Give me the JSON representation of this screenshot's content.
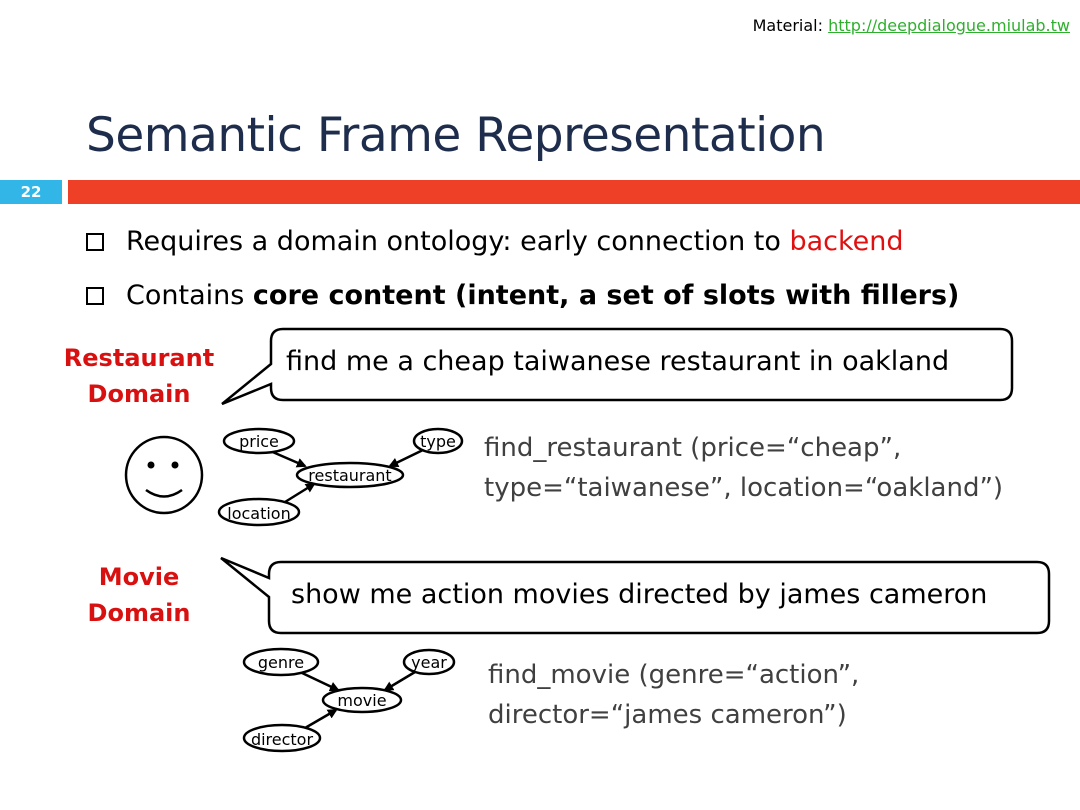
{
  "header": {
    "material_label": "Material:",
    "material_link": "http://deepdialogue.miulab.tw"
  },
  "slide": {
    "number": "22",
    "title": "Semantic Frame Representation"
  },
  "bullets": [
    {
      "prefix": "Requires a domain ontology: early connection to ",
      "highlight": "backend"
    },
    {
      "prefix": "Contains ",
      "bold": "core content (intent, a set of slots with fillers)"
    }
  ],
  "restaurant": {
    "domain_line1": "Restaurant",
    "domain_line2": "Domain",
    "utterance": "find me a cheap taiwanese restaurant in oakland",
    "nodes": {
      "center": "restaurant",
      "slot1": "price",
      "slot2": "type",
      "slot3": "location"
    },
    "frame_line1": "find_restaurant (price=“cheap”,",
    "frame_line2": "type=“taiwanese”, location=“oakland”)"
  },
  "movie": {
    "domain_line1": "Movie",
    "domain_line2": "Domain",
    "utterance": "show me action movies directed by james cameron",
    "nodes": {
      "center": "movie",
      "slot1": "genre",
      "slot2": "year",
      "slot3": "director"
    },
    "frame_line1": "find_movie (genre=“action”,",
    "frame_line2": "director=“james cameron”)"
  },
  "colors": {
    "title": "#1f2d4d",
    "accent_bar": "#ee4026",
    "slide_number_bg": "#31b6e7",
    "domain_label": "#d81010",
    "highlight": "#e01010",
    "link": "#2eb02e",
    "frame_text": "#404040"
  },
  "icons": {
    "user": "smiley-face-icon"
  }
}
